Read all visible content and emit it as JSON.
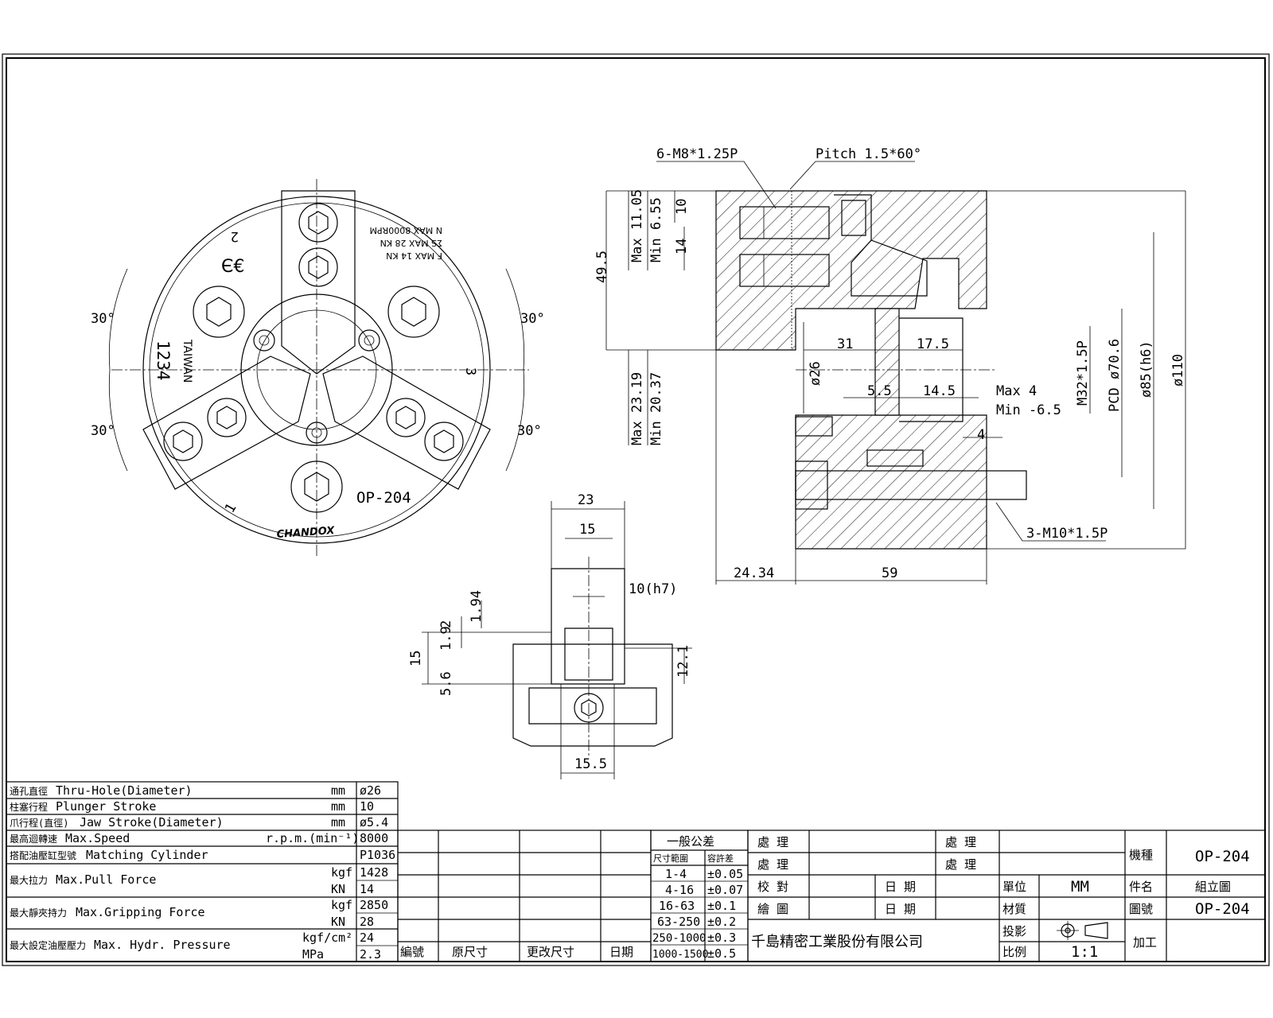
{
  "front_view": {
    "angles": [
      "30°",
      "30°",
      "30°",
      "30°"
    ],
    "jaw_numbers": [
      "1",
      "2",
      "3"
    ],
    "engraving": {
      "origin": "TAIWAN",
      "serial": "1234",
      "rating_lines": [
        "F MAX 14 KN",
        "ΣS MAX 28 KN",
        "N MAX 8000RPM"
      ],
      "model": "OP-204",
      "brand": "CHANDOX"
    }
  },
  "section_view": {
    "callouts": {
      "bolt_thread": "6-M8*1.25P",
      "pitch": "Pitch 1.5*60°",
      "mount_thread": "3-M10*1.5P"
    },
    "dims": {
      "jaw_max": "Max 11.05",
      "jaw_min": "Min 6.55",
      "d10": "10",
      "d14": "14",
      "d49_5": "49.5",
      "stroke_max": "Max 23.19",
      "stroke_min": "Min 20.37",
      "d31": "31",
      "d17_5": "17.5",
      "d26": "ø26",
      "d5_5": "5.5",
      "d14_5": "14.5",
      "plunger_max": "Max 4",
      "plunger_min": "Min -6.5",
      "d4": "4",
      "m32": "M32*1.5P",
      "pcd": "PCD ø70.6",
      "d85": "ø85(h6)",
      "d110": "ø110",
      "d24_34": "24.34",
      "d59": "59"
    }
  },
  "jaw_detail": {
    "dims": {
      "w23": "23",
      "w15": "15",
      "h7": "10(h7)",
      "d1_94": "1.94",
      "d2": "2",
      "d1_9": "1.9",
      "d15": "15",
      "d5_6": "5.6",
      "d12_1": "12.1",
      "w15_5": "15.5"
    }
  },
  "spec_table": {
    "rows": [
      {
        "zh": "通孔直徑",
        "en": "Thru-Hole(Diameter)",
        "unit": "mm",
        "value": "ø26"
      },
      {
        "zh": "柱塞行程",
        "en": "Plunger Stroke",
        "unit": "mm",
        "value": "10"
      },
      {
        "zh": "爪行程(直徑)",
        "en": "Jaw Stroke(Diameter)",
        "unit": "mm",
        "value": "ø5.4"
      },
      {
        "zh": "最高迴轉速",
        "en": "Max.Speed",
        "unit": "r.p.m.(min⁻¹)",
        "value": "8000"
      },
      {
        "zh": "搭配油壓缸型號",
        "en": "Matching Cylinder",
        "unit": "",
        "value": "P1036"
      },
      {
        "zh": "最大拉力",
        "en": "Max.Pull Force",
        "unit": "kgf",
        "value": "1428",
        "unit2": "KN",
        "value2": "14"
      },
      {
        "zh": "最大靜夾持力",
        "en": "Max.Gripping Force",
        "unit": "kgf",
        "value": "2850",
        "unit2": "KN",
        "value2": "28"
      },
      {
        "zh": "最大設定油壓壓力",
        "en": "Max. Hydr. Pressure",
        "unit": "kgf/cm²",
        "value": "24",
        "unit2": "MPa",
        "value2": "2.3"
      }
    ]
  },
  "revision_table": {
    "headers": [
      "編號",
      "原尺寸",
      "更改尺寸",
      "日期"
    ]
  },
  "tolerance_table": {
    "title": "一般公差",
    "col_range": "尺寸範圍",
    "col_tol": "容許差",
    "rows": [
      {
        "range": "1-4",
        "tol": "±0.05"
      },
      {
        "range": "4-16",
        "tol": "±0.07"
      },
      {
        "range": "16-63",
        "tol": "±0.1"
      },
      {
        "range": "63-250",
        "tol": "±0.2"
      },
      {
        "range": "250-1000",
        "tol": "±0.3"
      },
      {
        "range": "1000-1500",
        "tol": "±0.5"
      }
    ]
  },
  "title_block": {
    "process_1": "處 理",
    "process_2": "處 理",
    "process_3": "處 理",
    "process_4": "處 理",
    "check": "校 對",
    "draw": "繪 圖",
    "date_1": "日 期",
    "date_2": "日 期",
    "company": "千島精密工業股份有限公司",
    "unit_label": "單位",
    "unit_value": "MM",
    "material_label": "材質",
    "projection_label": "投影",
    "scale_label": "比例",
    "scale_value": "1:1",
    "model_label": "機種",
    "model_value": "OP-204",
    "part_label": "件名",
    "part_value": "組立圖",
    "drawing_label": "圖號",
    "drawing_value": "OP-204",
    "process_label": "加工"
  }
}
